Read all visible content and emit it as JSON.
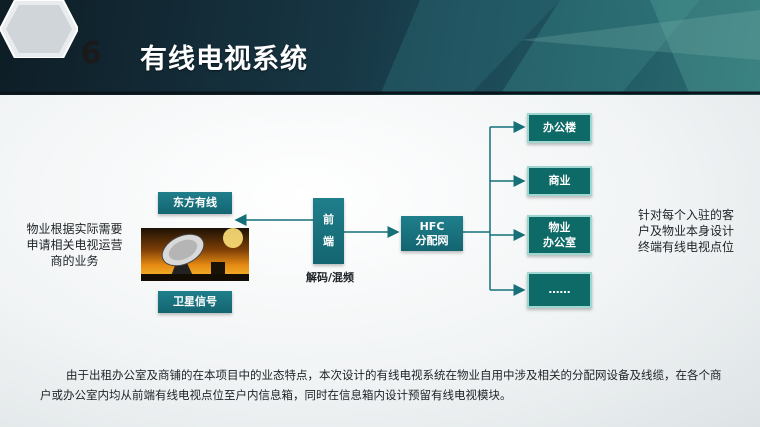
{
  "header": {
    "number": "6",
    "title": "有线电视系统"
  },
  "diagram": {
    "dongfang_label": "东方有线",
    "satellite_label": "卫星信号",
    "frontend_label": "前\n端",
    "decode_label": "解码/混频",
    "hfc_label": "HFC\n分配网",
    "outputs": [
      "办公楼",
      "商业",
      "物业\n办公室",
      "……"
    ],
    "left_note": "物业根据实际需要\n申请相关电视运营\n商的业务",
    "right_note": "针对每个入驻的客\n户及物业本身设计\n终端有线电视点位"
  },
  "paragraph": "由于出租办公室及商铺的在本项目中的业态特点，本次设计的有线电视系统在物业自用中涉及相关的分配网设备及线缆，在各个商户或办公室内均从前端有线电视点位至户内信息箱，同时在信息箱内设计预留有线电视模块。"
}
